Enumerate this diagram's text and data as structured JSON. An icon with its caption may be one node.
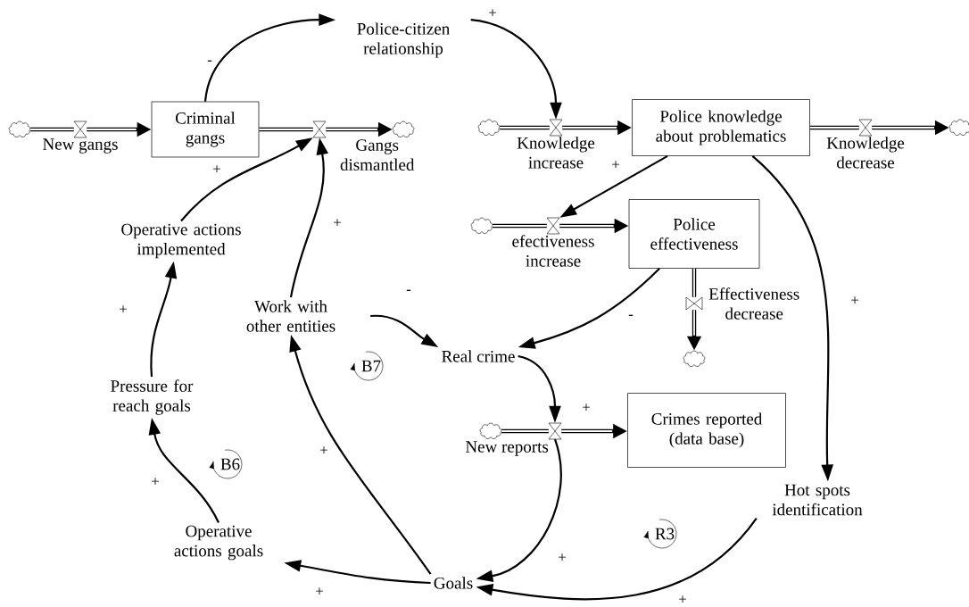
{
  "diagram": {
    "nodes": [
      {
        "text": [],
        "shape": "cloud"
      },
      {
        "text": [
          "New gangs"
        ]
      },
      {
        "text": [
          "Criminal gangs"
        ]
      },
      {
        "text": [
          "Gangs dismantled"
        ]
      },
      {
        "text": [],
        "shape": "cloud"
      },
      {
        "text": [
          "Police-citizen relationship"
        ]
      },
      {
        "text": [],
        "shape": "cloud"
      },
      {
        "text": [
          "Knowledge increase"
        ]
      },
      {
        "text": [
          "Police knowledge about problematics"
        ]
      },
      {
        "text": [
          "Knowledge decrease"
        ]
      },
      {
        "text": [],
        "shape": "cloud"
      },
      {
        "text": [],
        "shape": "cloud"
      },
      {
        "text": [
          "efectiveness increase"
        ]
      },
      {
        "text": [
          "Police effectiveness"
        ]
      },
      {
        "text": [
          "Effectiveness decrease"
        ]
      },
      {
        "text": [],
        "shape": "cloud"
      },
      {
        "text": [
          "Operative actions implemented"
        ]
      },
      {
        "text": [
          "Work with other entities"
        ]
      },
      {
        "text": [
          "Real crime"
        ]
      },
      {
        "text": [
          "Pressure for reach goals"
        ]
      },
      {
        "text": [],
        "shape": "cloud"
      },
      {
        "text": [
          "New reports"
        ]
      },
      {
        "text": [
          "Crimes reported (data base)"
        ]
      },
      {
        "text": [
          "Hot spots identification"
        ]
      },
      {
        "text": [
          "Operative actions goals"
        ]
      },
      {
        "text": [
          "Goals"
        ]
      }
    ],
    "edges": [
      {
        "from": 0,
        "to": 1,
        "arrow": "none",
        "style": "thick"
      },
      {
        "from": 1,
        "to": 2,
        "arrow": "to",
        "style": "thick"
      },
      {
        "from": 2,
        "to": 3,
        "arrow": "none",
        "style": "thick"
      },
      {
        "from": 3,
        "to": 4,
        "arrow": "to",
        "style": "thick"
      },
      {
        "from": 6,
        "to": 7,
        "arrow": "none",
        "style": "thick"
      },
      {
        "from": 7,
        "to": 8,
        "arrow": "to",
        "style": "thick"
      },
      {
        "from": 8,
        "to": 9,
        "arrow": "none",
        "style": "thick"
      },
      {
        "from": 9,
        "to": 10,
        "arrow": "to",
        "style": "thick"
      },
      {
        "from": 11,
        "to": 12,
        "arrow": "none",
        "style": "thick"
      },
      {
        "from": 12,
        "to": 13,
        "arrow": "to",
        "style": "thick"
      },
      {
        "from": 13,
        "to": 14,
        "arrow": "none",
        "style": "thick"
      },
      {
        "from": 14,
        "to": 15,
        "arrow": "to",
        "style": "thick"
      },
      {
        "from": 20,
        "to": 21,
        "arrow": "none",
        "style": "thick"
      },
      {
        "from": 21,
        "to": 22,
        "arrow": "to",
        "style": "thick"
      },
      {
        "from": 2,
        "to": 5,
        "arrow": "to",
        "label": "-"
      },
      {
        "from": 5,
        "to": 7,
        "arrow": "to",
        "label": "+"
      },
      {
        "from": 16,
        "to": 3,
        "arrow": "to",
        "label": "+"
      },
      {
        "from": 17,
        "to": 3,
        "arrow": "to",
        "label": "+"
      },
      {
        "from": 17,
        "to": 18,
        "arrow": "to",
        "label": "-"
      },
      {
        "from": 8,
        "to": 12,
        "arrow": "to",
        "label": "+"
      },
      {
        "from": 13,
        "to": 18,
        "arrow": "to",
        "label": "-"
      },
      {
        "from": 8,
        "to": 23,
        "arrow": "to",
        "label": "+"
      },
      {
        "from": 18,
        "to": 21,
        "arrow": "to",
        "label": "+"
      },
      {
        "from": 21,
        "to": 25,
        "arrow": "to",
        "label": "+"
      },
      {
        "from": 23,
        "to": 25,
        "arrow": "to",
        "label": "+"
      },
      {
        "from": 25,
        "to": 24,
        "arrow": "to",
        "label": "+"
      },
      {
        "from": 25,
        "to": 17,
        "arrow": "to",
        "label": "+"
      },
      {
        "from": 24,
        "to": 19,
        "arrow": "to",
        "label": "+"
      },
      {
        "from": 19,
        "to": 16,
        "arrow": "to",
        "label": "+"
      }
    ],
    "labels": [
      "B7",
      "B6",
      "R3"
    ]
  }
}
